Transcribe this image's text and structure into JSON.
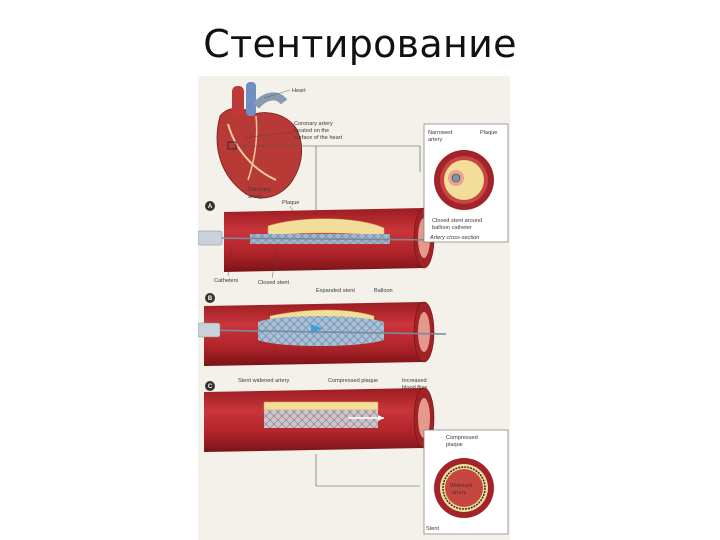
{
  "slide": {
    "title": "Стентирование"
  },
  "labels": {
    "heart": "Heart",
    "coronary_top_1": "Coronary artery",
    "coronary_top_2": "located on the",
    "coronary_top_3": "surface of the heart",
    "coronary_a_1": "Coronary",
    "coronary_a_2": "artery",
    "plaque_a": "Plaque",
    "narrowed_1": "Narrowed",
    "narrowed_2": "artery",
    "plaque_cs": "Plaque",
    "closed_stent_cs_1": "Closed stent around",
    "closed_stent_cs_2": "balloon catheter",
    "cross_section": "Artery cross-section",
    "catheters": "Catheters",
    "closed_stent": "Closed stent",
    "expanded_stent": "Expanded stent",
    "balloon": "Balloon",
    "stent_widened": "Stent widened artery",
    "compressed_plaque": "Compressed plaque",
    "increased_1": "Increased",
    "increased_2": "blood flow",
    "compressed_cs_1": "Compressed",
    "compressed_cs_2": "plaque",
    "widened_cs_1": "Widened",
    "widened_cs_2": "artery",
    "stent_cs": "Stent"
  },
  "steps": {
    "a": "A",
    "b": "B",
    "c": "C"
  },
  "colors": {
    "artery": "#b8262b",
    "artery_dark": "#7e1518",
    "artery_inner": "#e07a6e",
    "plaque": "#f3dd9a",
    "stent": "#8aa6c2",
    "panel_bg": "#f4f1ea"
  }
}
